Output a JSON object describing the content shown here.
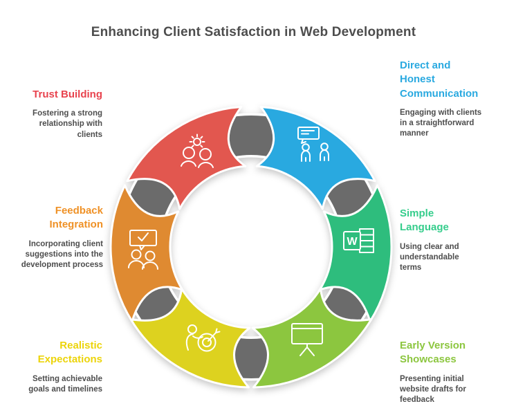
{
  "title": "Enhancing Client Satisfaction in Web Development",
  "diagram": {
    "ring_color": "#6b6b6b",
    "outline_color": "#ffffff",
    "description_text_color": "#4d4d4d",
    "segments": [
      {
        "id": "trust-building",
        "label": "Trust Building",
        "description": "Fostering a strong relationship with clients",
        "color": "#e2574f",
        "text_color": "#e8434e",
        "icon": "team-gear-icon"
      },
      {
        "id": "direct-honest-communication",
        "label": "Direct and Honest Communication",
        "description": "Engaging with clients in a straightforward manner",
        "color": "#29a9e0",
        "text_color": "#29a9e0",
        "icon": "conversation-icon"
      },
      {
        "id": "simple-language",
        "label": "Simple Language",
        "description": "Using clear and understandable terms",
        "color": "#2ebd7d",
        "text_color": "#35cd8c",
        "icon": "word-document-icon",
        "icon_letter": "W"
      },
      {
        "id": "feedback-integration",
        "label": "Feedback Integration",
        "description": "Incorporating client suggestions into the development process",
        "color": "#df8a31",
        "text_color": "#ef9126",
        "icon": "feedback-check-icon"
      },
      {
        "id": "realistic-expectations",
        "label": "Realistic Expectations",
        "description": "Setting achievable goals and timelines",
        "color": "#ddd21f",
        "text_color": "#ecd40a",
        "icon": "goal-target-icon"
      },
      {
        "id": "early-version-showcases",
        "label": "Early Version Showcases",
        "description": "Presenting initial website drafts for feedback",
        "color": "#8cc63f",
        "text_color": "#8cc63f",
        "icon": "presentation-board-icon"
      }
    ]
  }
}
